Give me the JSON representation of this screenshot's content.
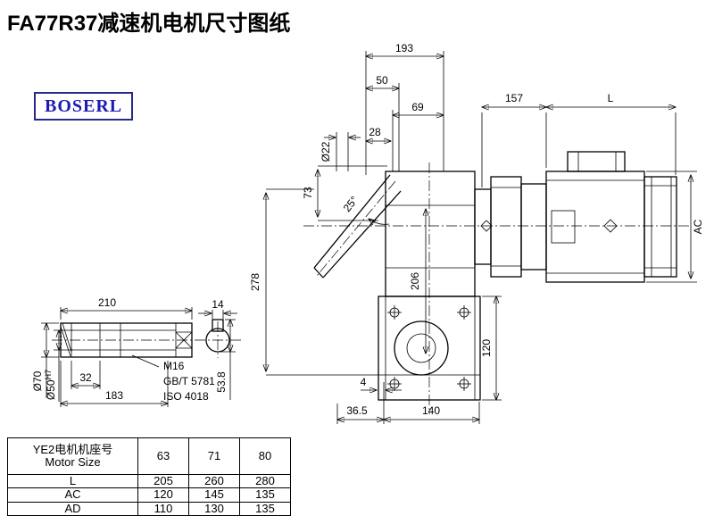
{
  "title": "FA77R37减速机电机尺寸图纸",
  "logo": "BOSERL",
  "drawing": {
    "top_dims": {
      "d193": "193",
      "d50": "50",
      "d69": "69",
      "d28": "28",
      "dia22": "Ø22",
      "d73": "73",
      "angle": "25°"
    },
    "motor_dims": {
      "d157": "157",
      "L": "L",
      "AC": "AC"
    },
    "side_dims": {
      "d278": "278",
      "d206": "206",
      "d120": "120"
    },
    "bottom_dims": {
      "d4": "4",
      "d36_5": "36.5",
      "d140": "140"
    },
    "shaft_detail": {
      "d210": "210",
      "d32": "32",
      "d183": "183",
      "dia70": "Ø70",
      "dia50": "Ø50",
      "tol": "H7",
      "m16": "M16",
      "gb": "GB/T 5781",
      "iso": "ISO 4018"
    },
    "key_detail": {
      "d14": "14",
      "d53_8": "53.8"
    }
  },
  "table": {
    "header_cn": "YE2电机机座号",
    "header_en": "Motor Size",
    "sizes": [
      "63",
      "71",
      "80"
    ],
    "rows": [
      {
        "label": "L",
        "values": [
          "205",
          "260",
          "280"
        ]
      },
      {
        "label": "AC",
        "values": [
          "120",
          "145",
          "135"
        ]
      },
      {
        "label": "AD",
        "values": [
          "110",
          "130",
          "135"
        ]
      }
    ]
  }
}
